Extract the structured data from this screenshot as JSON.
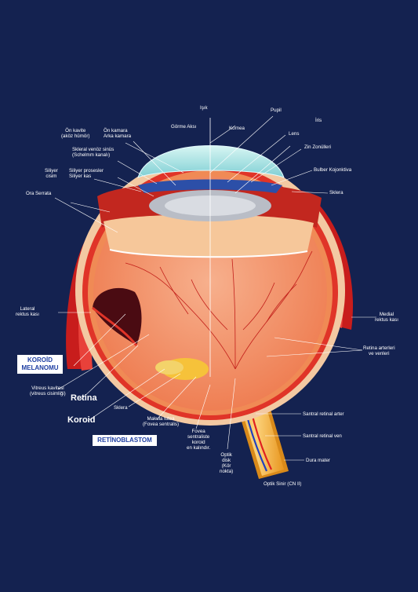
{
  "labels": {
    "isik": "Işık",
    "gorme_aksi": "Görme Aksı",
    "pupil": "Pupil",
    "kornea": "Kornea",
    "iris": "İris",
    "lens": "Lens",
    "zin_zonulleri": "Zin Zonülleri",
    "bulber_kojonktiva": "Bulber Kojonktiva",
    "sklera_right": "Sklera",
    "on_kavite": "Ön kavite\n(aköz hümör)",
    "on_kamara": "Ön kamara\nArka kamara",
    "skleral_venoz": "Skleral venöz sinüs\n(Schelmm kanalı)",
    "siliyer_cisim": "Siliyer\ncisim",
    "siliyer_prosesler": "Siliyer prosesler\nSiliyer kas",
    "ora_serrata": "Ora Serrata",
    "lateral_rektus": "Lateral\nrektus kası",
    "medial_rektus": "Medial\nrektus kası",
    "retina_arterleri": "Retina arterleri\nve venleri",
    "vitreus": "Vitreus kavitesi\n(vitreus cisimliği)",
    "sklera_bottom": "Sklera",
    "makula": "Makula lutea\n(Fovea sentralis)",
    "fovea": "Fovea\nsentraliste\nkoroid\nen kalındır.",
    "optik_disk": "Optik\ndisk\n(Kör\nnokta)",
    "santral_arter": "Santral retinal arter",
    "santral_ven": "Santral retinal ven",
    "dura_mater": "Dura mater",
    "optik_sinir": "Optik Sinir (CN II)",
    "retina_big": "Retina",
    "koroid_big": "Koroid"
  },
  "boxes": {
    "koroid_melanomu": "KOROİD\nMELANOMU",
    "retinoblastom": "RETİNOBLASTOM"
  },
  "colors": {
    "background": "#142250",
    "sclera": "#f3c9a2",
    "choroid": "#e03428",
    "retina": "#f08a55",
    "vitreous": "#f4a27c",
    "cornea": "#a9e4e6",
    "iris": "#2c4fa8",
    "lens": "#b8bcc4",
    "muscle": "#d8221e",
    "nerve": "#f5a623",
    "melanoma": "#4a0b12",
    "box_text": "#1f3fa3"
  }
}
